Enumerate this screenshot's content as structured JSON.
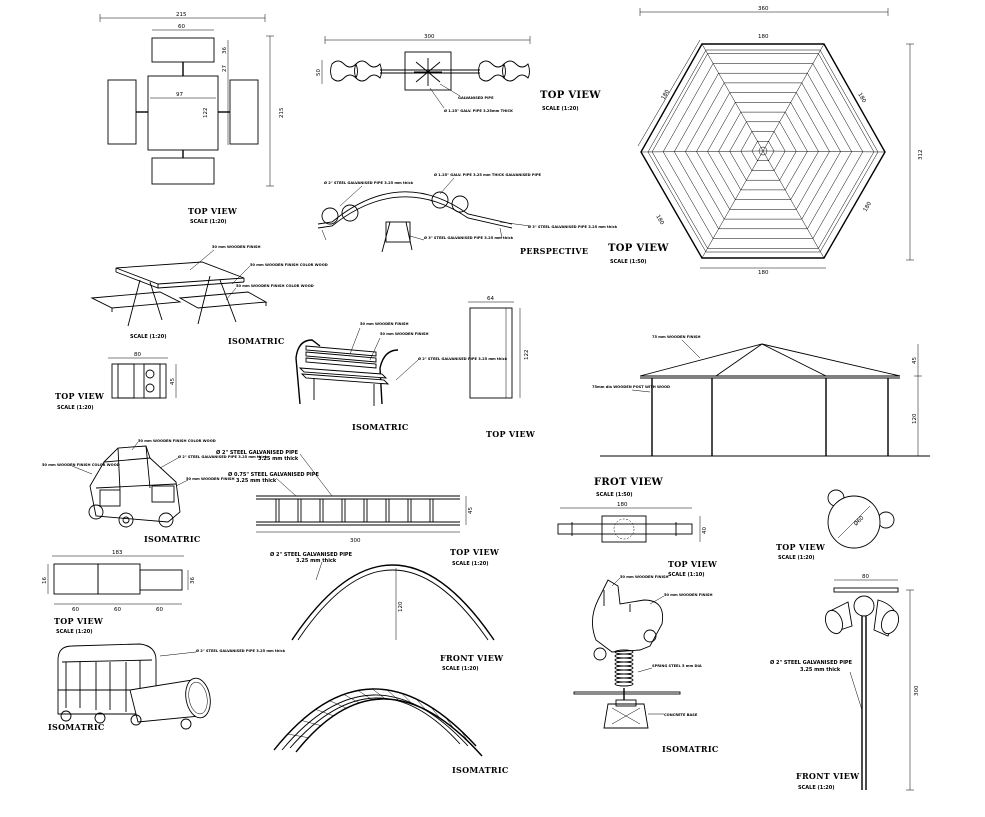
{
  "titles": {
    "table_top_view": "TOP VIEW",
    "table_top_scale": "SCALE (1:20)",
    "seesaw_top_view": "TOP VIEW",
    "seesaw_top_scale": "SCALE (1:20)",
    "seesaw_perspective": "PERSPECTIVE",
    "gazebo_top_view": "TOP VIEW",
    "gazebo_top_scale": "SCALE (1:50)",
    "table_isometric": "ISOMATRIC",
    "table_isometric_scale": "SCALE (1:20)",
    "small_top_view": "TOP VIEW",
    "small_top_scale": "SCALE (1:20)",
    "bench_isometric": "ISOMATRIC",
    "bench_top_view": "TOP VIEW",
    "gazebo_front_view": "FROT VIEW",
    "gazebo_front_scale": "SCALE (1:50)",
    "car_isometric": "ISOMATRIC",
    "ladder_top_view": "TOP VIEW",
    "ladder_top_scale": "SCALE (1:20)",
    "spring_top_view": "TOP VIEW",
    "spring_top_scale": "SCALE (1:10)",
    "round_top_view": "TOP VIEW",
    "round_top_scale": "SCALE (1:20)",
    "train_top_view": "TOP VIEW",
    "train_top_scale": "SCALE (1:20)",
    "train_isometric": "ISOMATRIC",
    "arch_front_view": "FRONT VIEW",
    "arch_front_scale": "SCALE (1:20)",
    "arch_isometric": "ISOMATRIC",
    "spring_isometric": "ISOMATRIC",
    "pole_front_view": "FRONT VIEW",
    "pole_front_scale": "SCALE (1:20)"
  },
  "dimensions": {
    "table_overall_w": "215",
    "table_top_w": "60",
    "table_inner_w": "97",
    "table_overall_h": "215",
    "table_seg_a": "36",
    "table_seg_b": "27",
    "table_seg_c": "122",
    "seesaw_len": "300",
    "seesaw_h": "50",
    "gazebo_overall_w": "360",
    "gazebo_side": "180",
    "gazebo_overall_h": "312",
    "small_w": "80",
    "small_h": "45",
    "bench_w": "64",
    "bench_h": "122",
    "gazebo_roof_h": "45",
    "gazebo_post_h": "120",
    "ladder_h": "45",
    "ladder_len": "300",
    "spring_w": "180",
    "spring_h": "40",
    "round_dia": "Ø60",
    "train_total": "183",
    "train_seg1": "60",
    "train_seg2": "60",
    "train_seg3": "60",
    "train_h1": "16",
    "train_h2": "36",
    "arch_h": "120",
    "pole_w": "80",
    "pole_h": "300"
  },
  "notes": {
    "seesaw_center": "GALVANISED PIPE",
    "seesaw_support": "Ø 1.25\" GALV. PIPE 3.25mm THICK",
    "seesaw_p1": "Ø 2\" STEEL GALVANISED PIPE 3.25 mm thick",
    "seesaw_p2": "Ø 1.25\" GALV. PIPE 3.25 mm THICK GALVANISED PIPE",
    "seesaw_p3": "Ø 3\" STEEL GALVANISED PIPE 3.25 mm thick",
    "seesaw_p4": "Ø 3\" STEEL GALVANISED PIPE 3.25 mm thick",
    "table_n1": "50 mm WOODEN FINISH",
    "table_n2": "50 mm WOODEN FINISH COLOR WOOD",
    "table_n3": "50 mm WOODEN FINISH COLOR WOOD",
    "bench_n1": "50 mm WOODEN FINISH",
    "bench_n2": "50 mm WOODEN FINISH",
    "bench_n3": "Ø 2\" STEEL GALVANISED PIPE 3.25 mm thick",
    "gazebo_n1": "75 mm WOODEN FINISH",
    "gazebo_n2": "75mm dia WOODEN POST WITH WOOD",
    "car_n1": "50 mm WOODEN FINISH COLOR WOOD",
    "car_n2": "Ø 2\" STEEL GALVANISED PIPE 3.25 mm thick",
    "car_n3": "50 mm WOODEN FINISH COLOR WOOD",
    "car_n4": "50 mm WOODEN FINISH",
    "ladder_n1": "Ø 2\" STEEL GALVANISED PIPE",
    "ladder_n1b": "3.25 mm thick",
    "ladder_n2": "Ø 0.75\" STEEL GALVANISED PIPE",
    "ladder_n2b": "3.25 mm thick",
    "arch_n1": "Ø 2\" STEEL GALVANISED PIPE",
    "arch_n1b": "3.25 mm thick",
    "train_n1": "Ø 2\" STEEL GALVANISED PIPE 3.25 mm thick",
    "spring_n1": "50 mm WOODEN FINISH",
    "spring_n2": "50 mm WOODEN FINISH",
    "spring_n3": "SPRING STEEL 5 mm DIA",
    "spring_n4": "CONCRETE BASE",
    "pole_n1": "Ø 2\" STEEL GALVANISED PIPE",
    "pole_n1b": "3.25 mm thick"
  }
}
